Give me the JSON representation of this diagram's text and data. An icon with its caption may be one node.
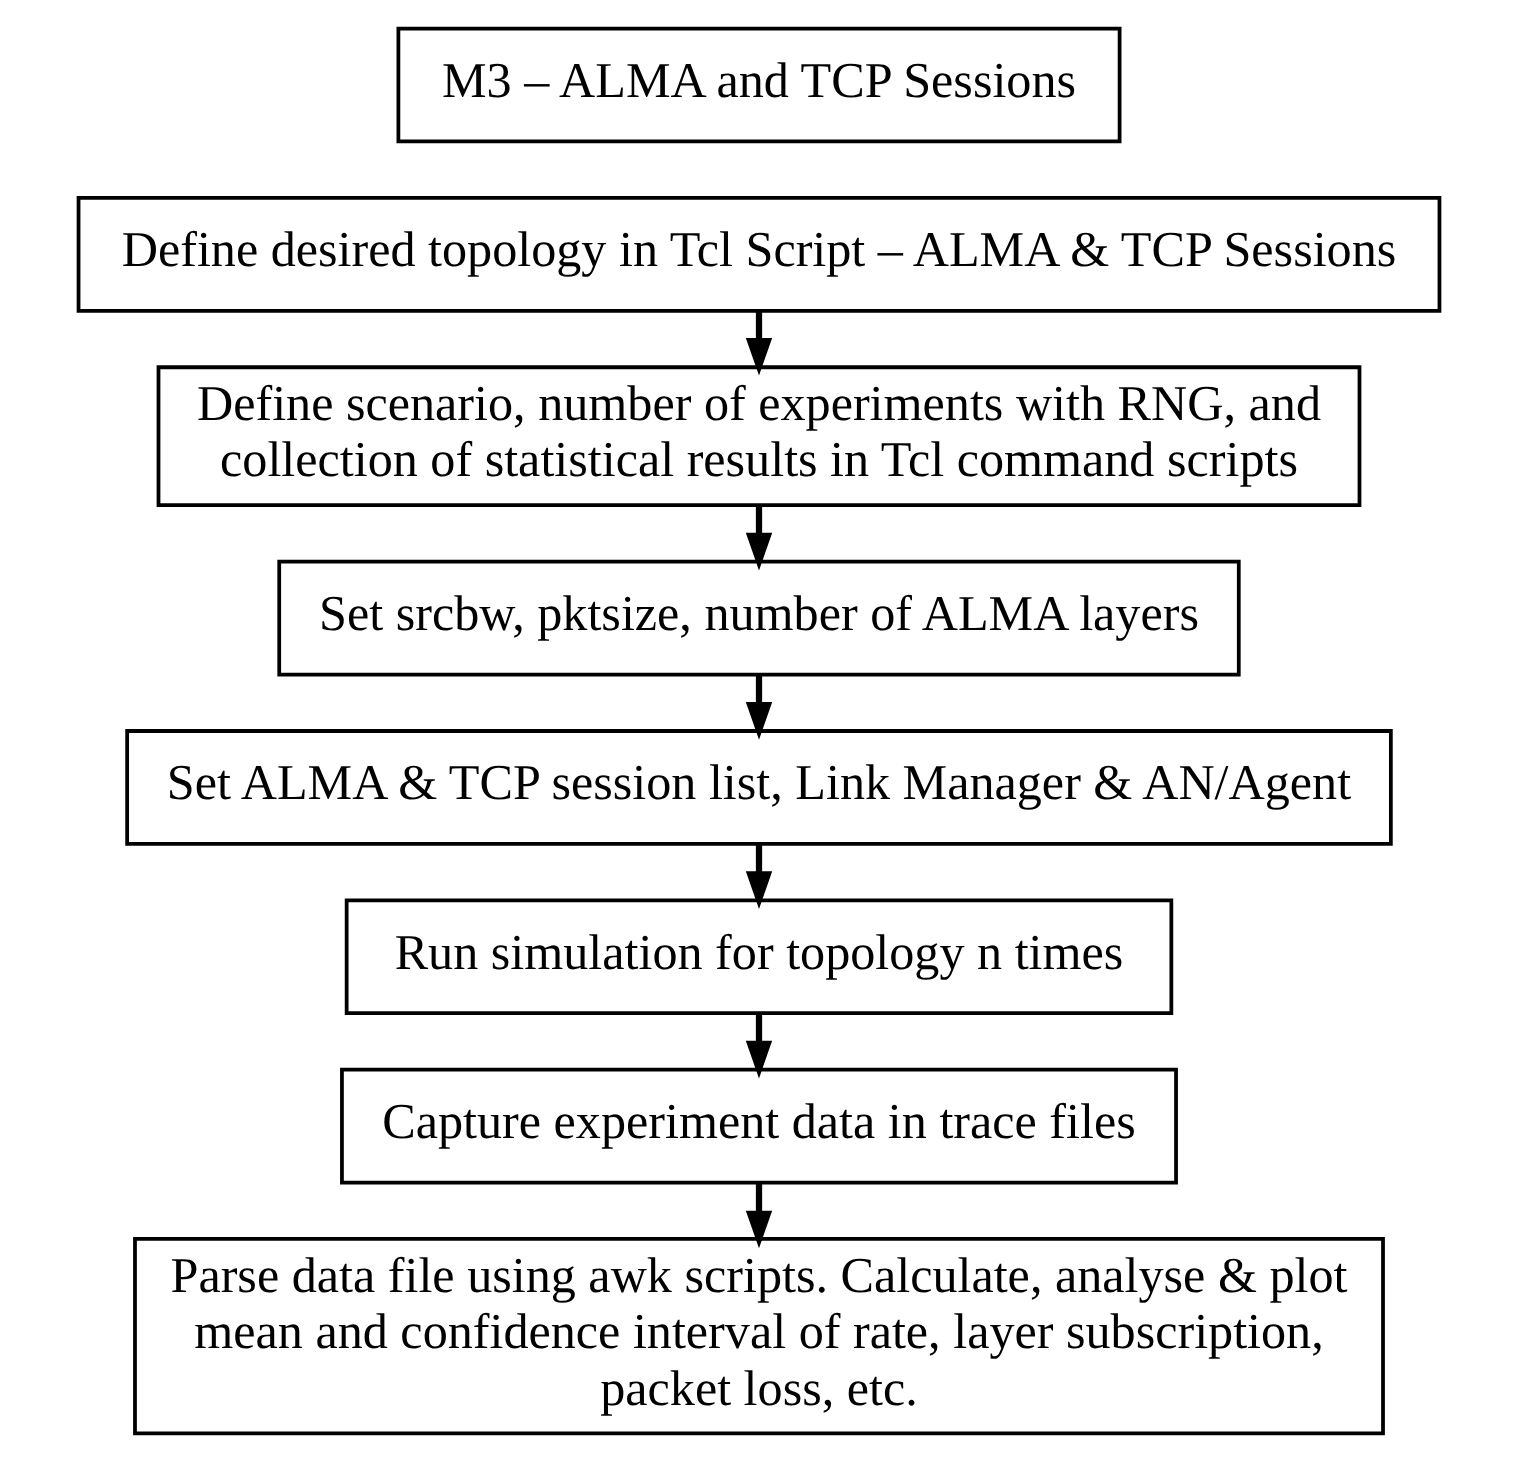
{
  "diagram": {
    "nodes": [
      {
        "text": [
          "M3 – ALMA and TCP Sessions"
        ]
      },
      {
        "text": [
          "Define desired topology in Tcl Script – ALMA & TCP Sessions"
        ]
      },
      {
        "text": [
          "Define scenario, number of experiments with RNG, and collection of statistical results in Tcl command scripts"
        ]
      },
      {
        "text": [
          "Set srcbw, pktsize, number of ALMA layers"
        ]
      },
      {
        "text": [
          "Set ALMA & TCP session list, Link Manager & AN/Agent"
        ]
      },
      {
        "text": [
          "Run simulation for topology n times"
        ]
      },
      {
        "text": [
          "Capture experiment data in trace files"
        ]
      },
      {
        "text": [
          "Parse data file using awk scripts. Calculate, analyse & plot mean and confidence interval of rate, layer subscription, packet loss, etc."
        ]
      }
    ],
    "edges": [
      {
        "from": 1,
        "to": 2,
        "arrow": "to"
      },
      {
        "from": 2,
        "to": 3,
        "arrow": "to"
      },
      {
        "from": 3,
        "to": 4,
        "arrow": "to"
      },
      {
        "from": 4,
        "to": 5,
        "arrow": "to"
      },
      {
        "from": 5,
        "to": 6,
        "arrow": "to"
      },
      {
        "from": 6,
        "to": 7,
        "arrow": "to"
      }
    ]
  }
}
